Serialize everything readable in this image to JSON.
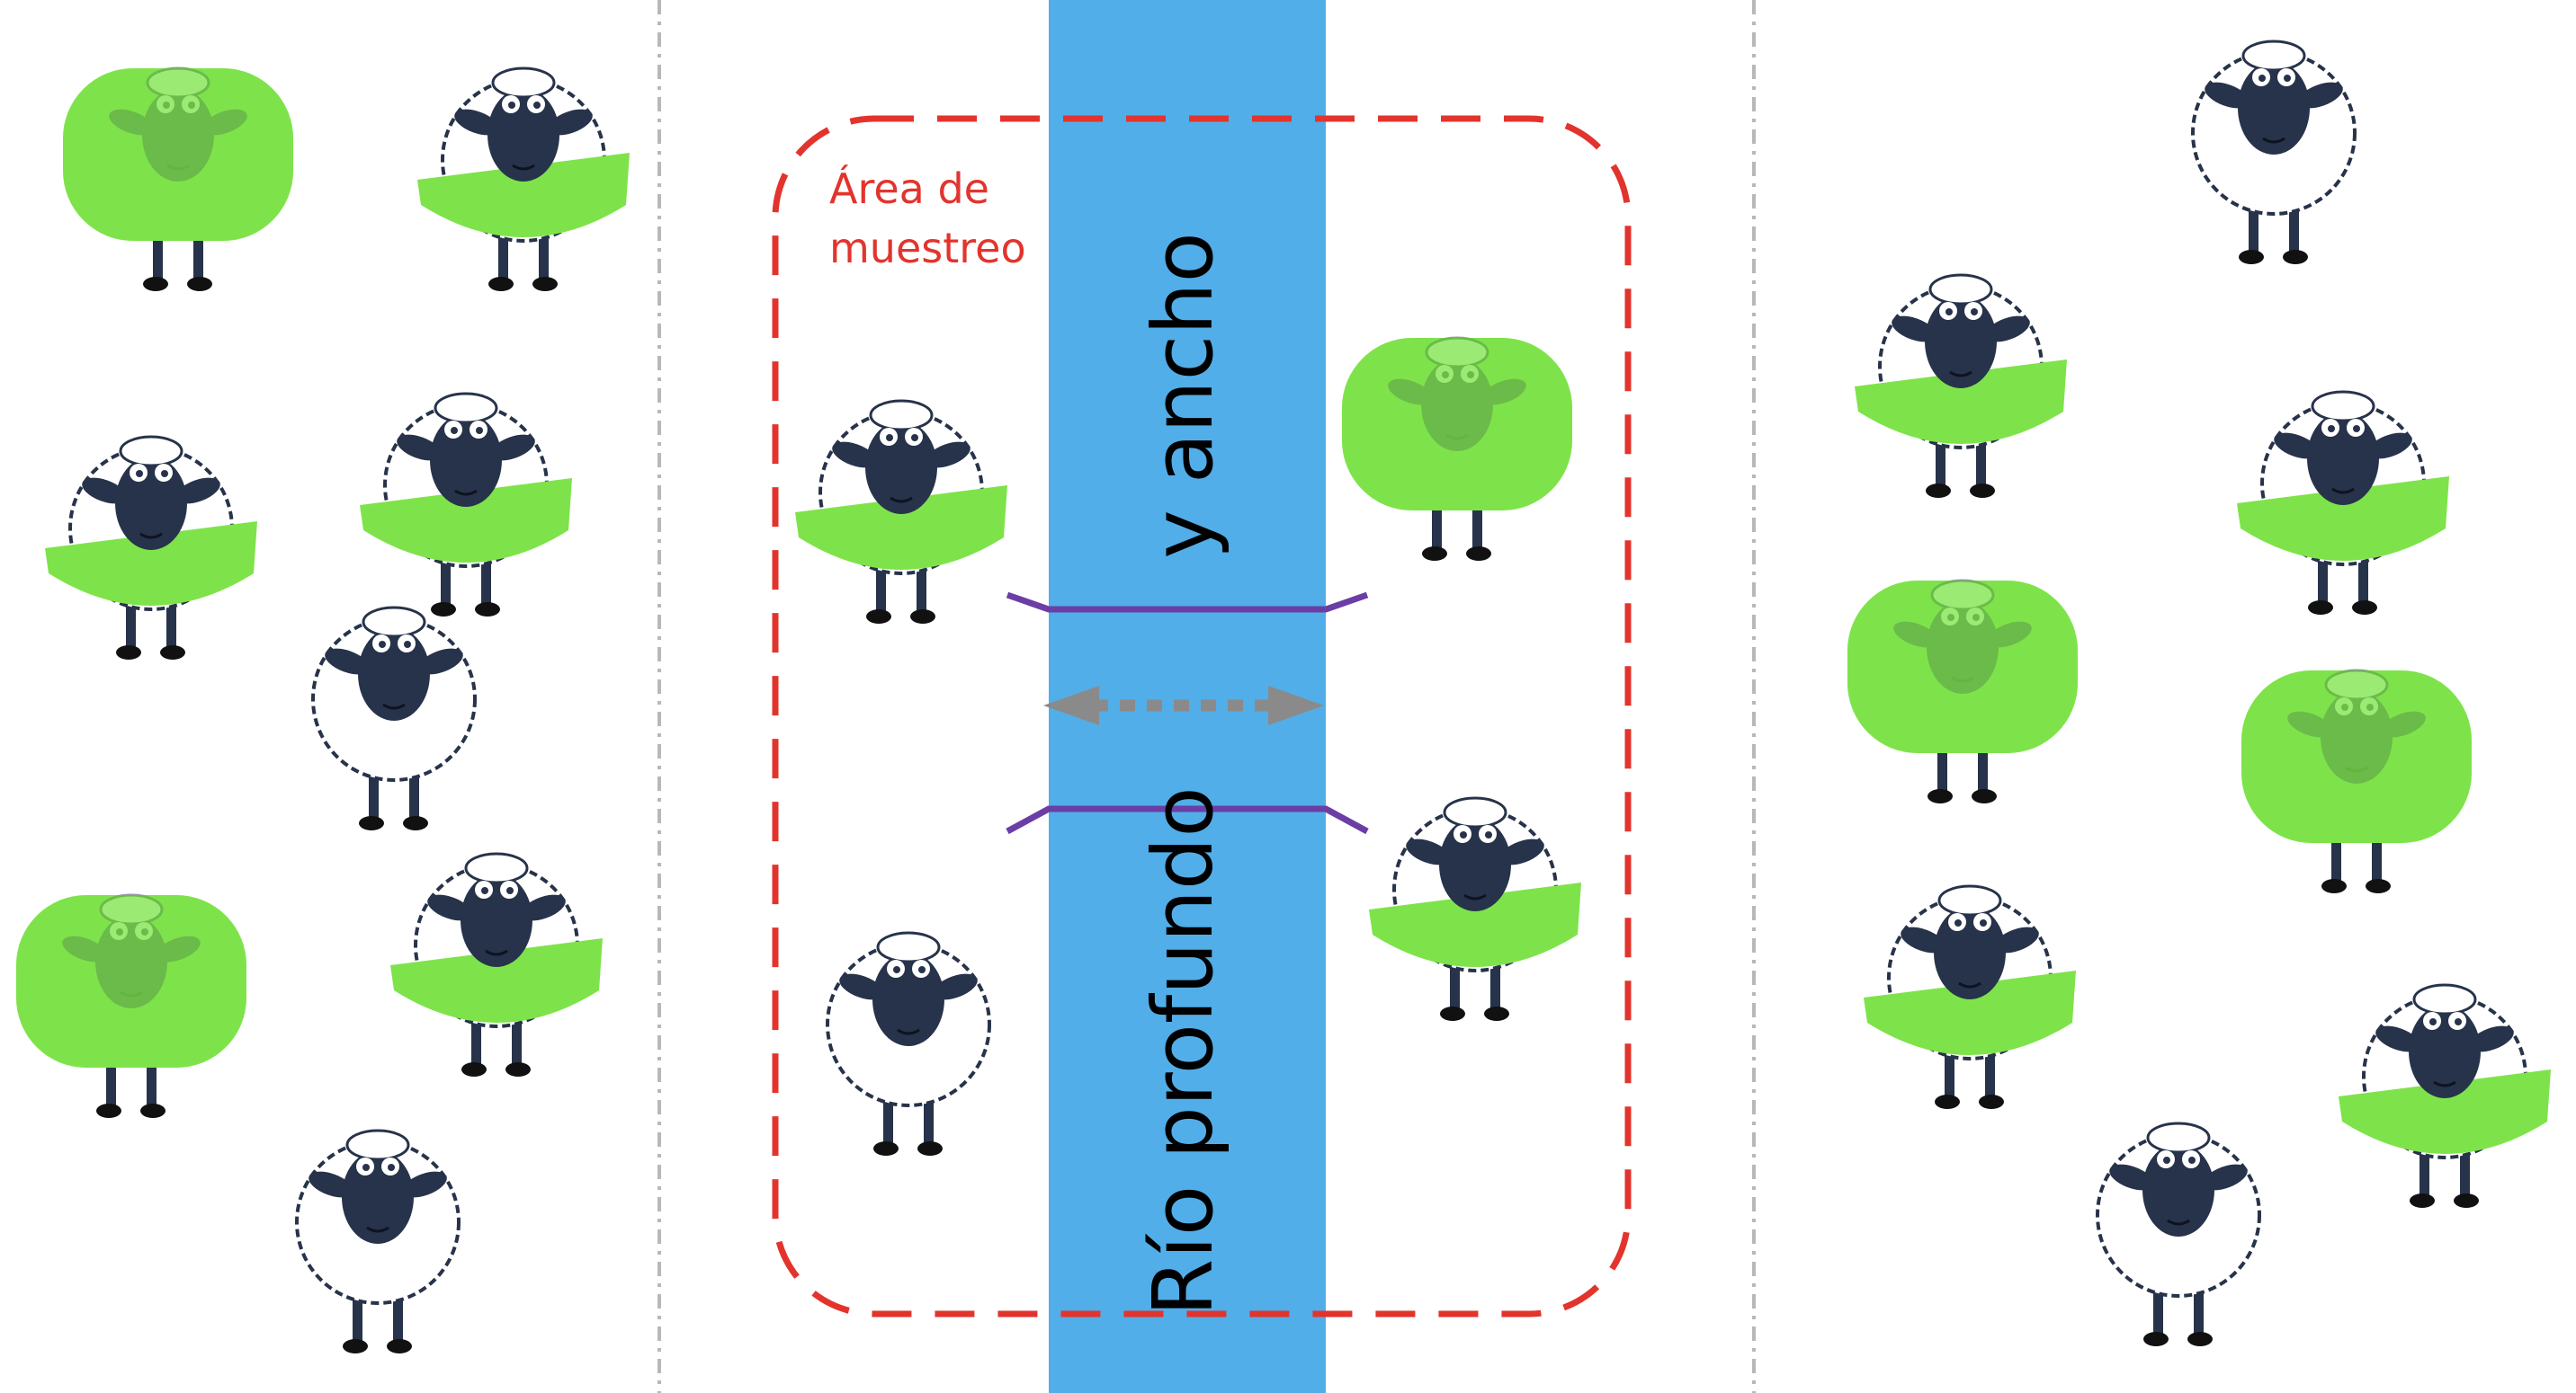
{
  "sampling_area": {
    "label_line1": "Área de",
    "label_line2": "muestreo",
    "color": "#e2342d"
  },
  "river": {
    "label_upper": "y ancho",
    "label_lower": "Río profundo",
    "color": "#52aee8",
    "bank_color": "#6b3ea6"
  },
  "crossing_arrow": {
    "color": "#8a8a8a"
  },
  "colors": {
    "sheep_face": "#27334a",
    "wool_white": "#ffffff",
    "wool_green": "#7ee34a",
    "divider": "#b8b8b8"
  }
}
